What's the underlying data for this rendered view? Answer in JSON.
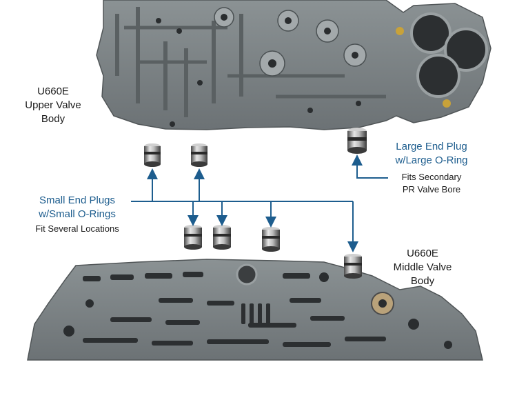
{
  "upper_body": {
    "line1": "U660E",
    "line2": "Upper Valve",
    "line3": "Body"
  },
  "middle_body": {
    "line1": "U660E",
    "line2": "Middle Valve",
    "line3": "Body"
  },
  "large_plug": {
    "title1": "Large End Plug",
    "title2": "w/Large O-Ring",
    "note1": "Fits Secondary",
    "note2": "PR Valve Bore"
  },
  "small_plugs": {
    "title1": "Small End Plugs",
    "title2": "w/Small O-Rings",
    "note": "Fit Several Locations"
  },
  "colors": {
    "accent_text": "#1d5d8e",
    "arrow": "#1d5d8e",
    "casting": "#7d8486"
  }
}
